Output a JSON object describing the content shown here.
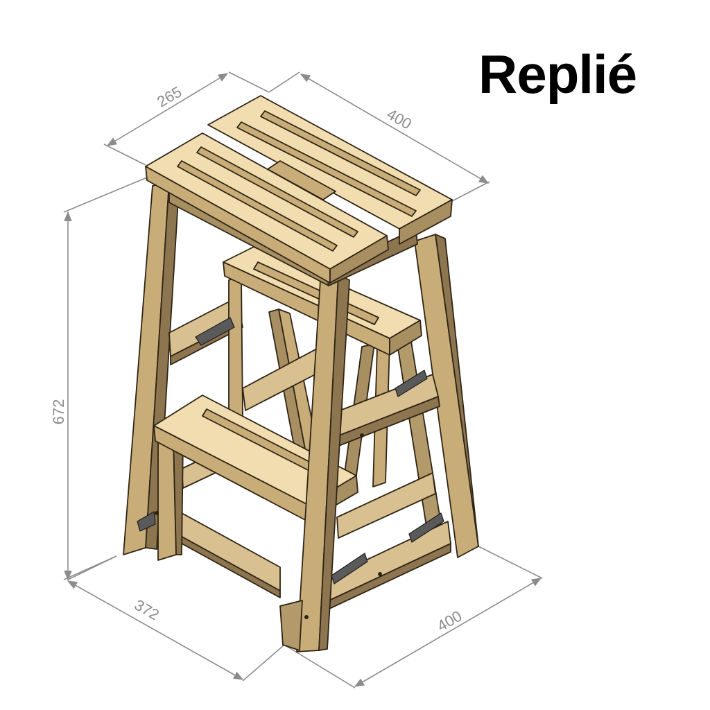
{
  "title": "Replié",
  "dimensions": {
    "top_depth": "265",
    "top_width": "400",
    "height": "672",
    "base_depth": "372",
    "base_width": "400"
  },
  "colors": {
    "wood_light": "#f1ddb0",
    "wood_mid": "#c9ad79",
    "wood_dark": "#8d7550",
    "outline": "#2e2415",
    "dimension_line": "#8c8c8c",
    "hinge": "#5a5a5a"
  }
}
